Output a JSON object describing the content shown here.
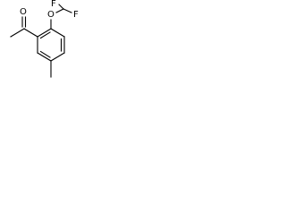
{
  "molecule": {
    "atoms": {
      "oxygen_ketone": "O",
      "oxygen_ether": "O",
      "fluorine_1": "F",
      "fluorine_2": "F"
    }
  },
  "colors": {
    "ink": "#000000",
    "background": "#ffffff"
  }
}
